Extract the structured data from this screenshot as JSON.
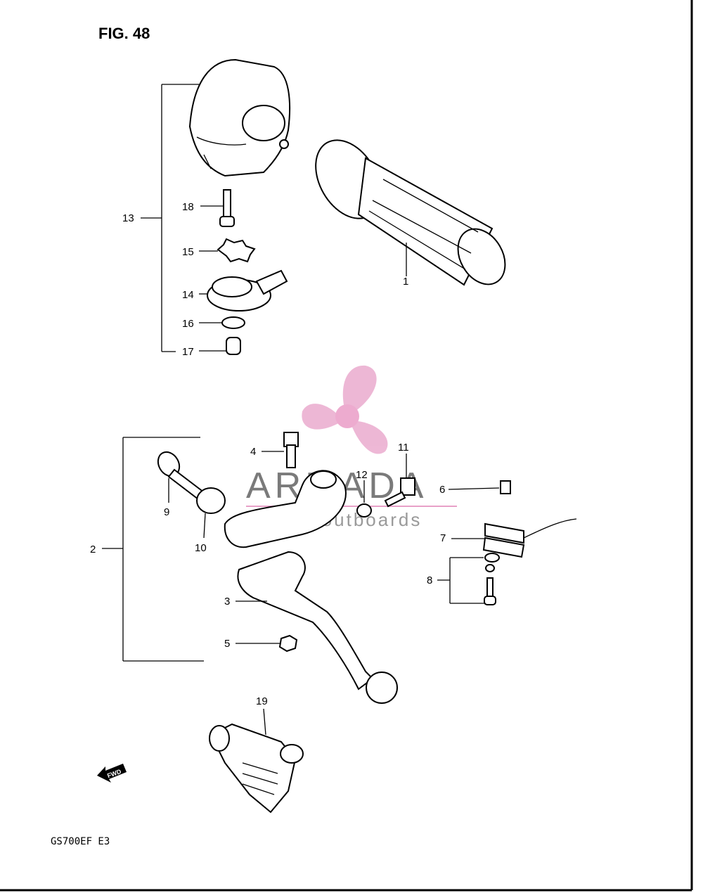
{
  "figure_title": "FIG. 48",
  "model_code": "GS700EF  E3",
  "watermark": {
    "title": "ARMADA",
    "subtitle": "marine outboards",
    "accent": "#e8a0c8"
  },
  "callouts": [
    "1",
    "2",
    "3",
    "4",
    "5",
    "6",
    "7",
    "8",
    "9",
    "10",
    "11",
    "12",
    "13",
    "14",
    "15",
    "16",
    "17",
    "18",
    "19"
  ],
  "fwd_label": "FWD",
  "colors": {
    "line": "#000000",
    "background": "#ffffff",
    "border": "#000000"
  }
}
